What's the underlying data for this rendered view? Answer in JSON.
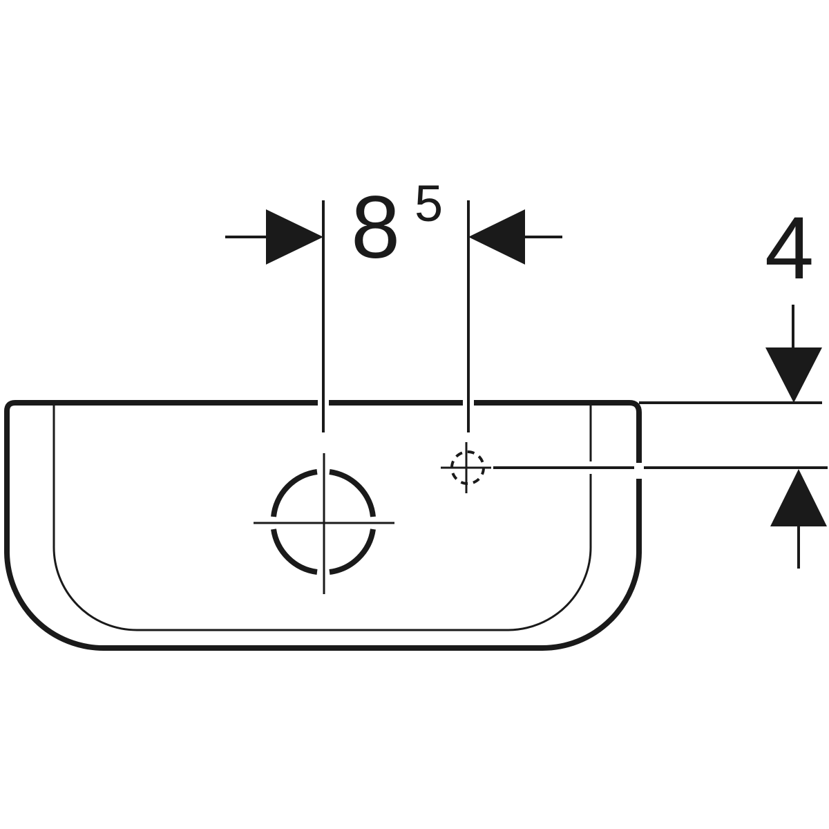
{
  "diagram": {
    "type": "technical-drawing",
    "subject": "washbasin top view with drain and tap hole positions",
    "colors": {
      "line": "#1a1a1a",
      "background": "#ffffff"
    },
    "dimensions": {
      "horizontal": {
        "main": "8",
        "superscript": "5",
        "description": "distance between drain hole centre and tap hole centre"
      },
      "vertical": {
        "value": "4",
        "description": "distance from basin rim to tap hole centre"
      }
    },
    "features": [
      {
        "name": "drain-hole",
        "style": "solid circle with crosshair"
      },
      {
        "name": "tap-hole",
        "style": "dashed circle with crosshair"
      }
    ]
  }
}
